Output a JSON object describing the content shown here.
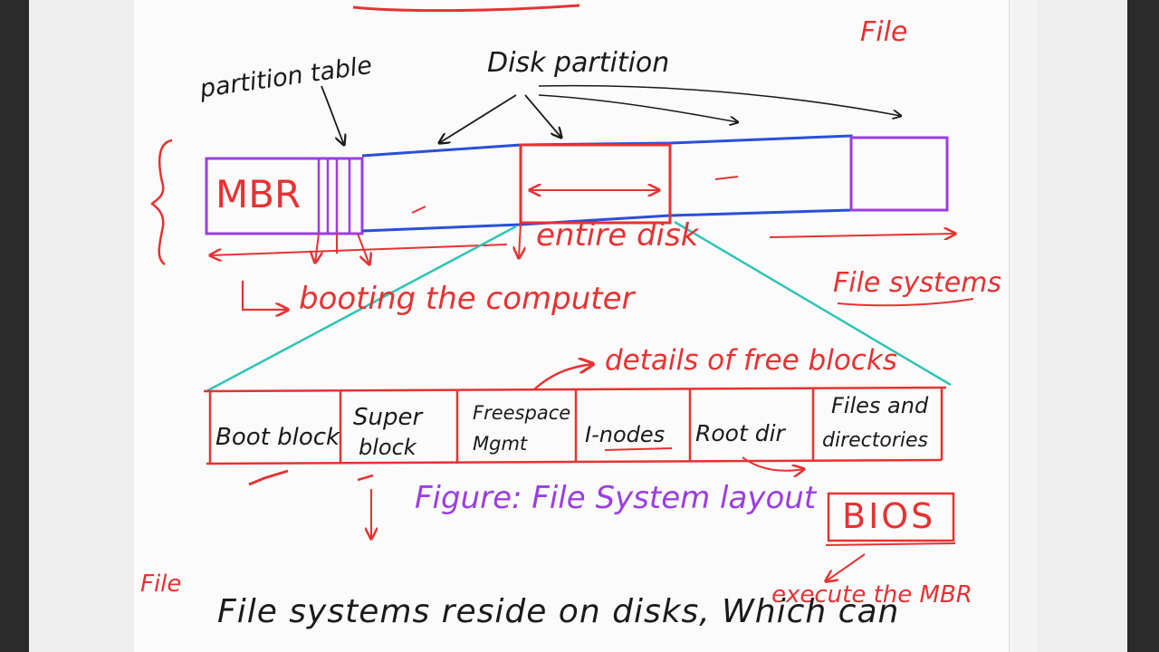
{
  "header": {
    "corner_note": "File"
  },
  "disk": {
    "partition_table_label": "partition table",
    "disk_partition_label": "Disk partition",
    "mbr_label": "MBR",
    "entire_disk_label": "entire disk",
    "booting_label": "booting the computer",
    "file_systems_label": "File systems"
  },
  "layout": {
    "free_blocks_note": "details of free blocks",
    "cells": [
      {
        "line1": "Boot block",
        "line2": ""
      },
      {
        "line1": "Super",
        "line2": "block"
      },
      {
        "line1": "Freespace",
        "line2": "Mgmt"
      },
      {
        "line1": "I-nodes",
        "line2": ""
      },
      {
        "line1": "Root dir",
        "line2": ""
      },
      {
        "line1": "Files and",
        "line2": "directories"
      }
    ],
    "figure_caption": "Figure: File System layout",
    "bios_label": "BIOS",
    "execute_note": "execute the MBR"
  },
  "notes": {
    "left_margin": "File",
    "bottom_text": "File systems reside on disks, Which can"
  },
  "colors": {
    "red": "#e63232",
    "blue": "#2a4fd8",
    "purple": "#9b3ee0",
    "teal": "#2ec4b6",
    "ink": "#1a1a1a"
  }
}
